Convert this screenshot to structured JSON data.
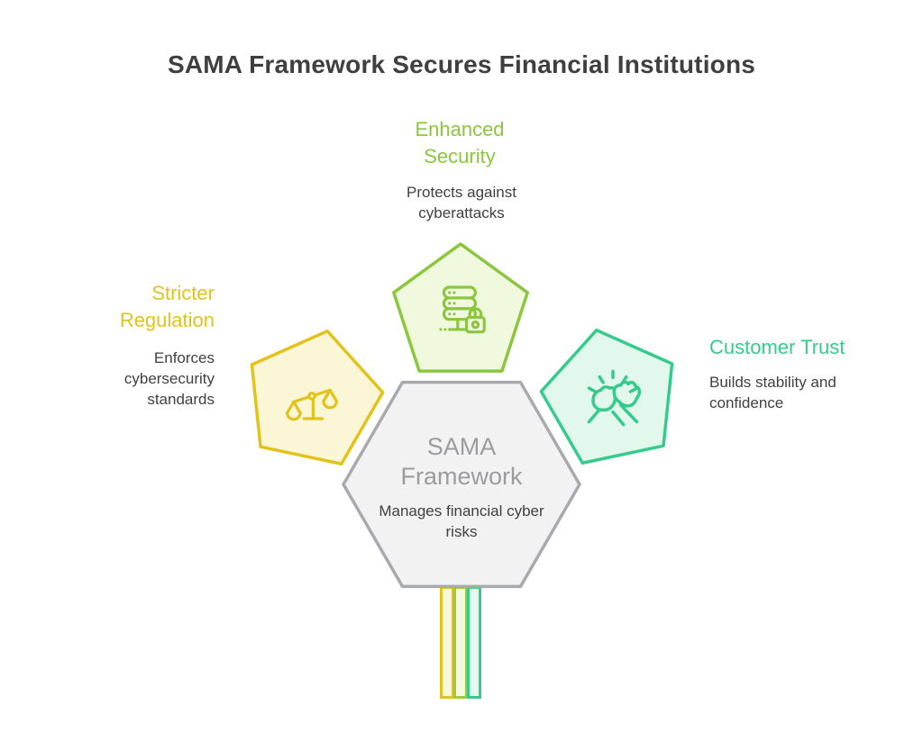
{
  "title": "SAMA Framework Secures Financial Institutions",
  "center": {
    "label": "SAMA Framework",
    "description": "Manages financial cyber risks",
    "border_color": "#A8AAAD",
    "fill_color": "#F2F2F3",
    "label_color": "#9B9C9E"
  },
  "nodes": [
    {
      "id": "enhanced-security",
      "label": "Enhanced Security",
      "description": "Protects against cyberattacks",
      "icon": "server-lock-icon",
      "accent_color": "#8CC63E",
      "fill_color": "#F0F8DE"
    },
    {
      "id": "stricter-regulation",
      "label": "Stricter Regulation",
      "description": "Enforces cybersecurity standards",
      "icon": "scales-icon",
      "accent_color": "#E2C31C",
      "fill_color": "#FAF6D6"
    },
    {
      "id": "customer-trust",
      "label": "Customer Trust",
      "description": "Builds stability and confidence",
      "icon": "fist-bump-icon",
      "accent_color": "#35CB8D",
      "fill_color": "#E3F8ED"
    }
  ],
  "stem_bars": [
    {
      "border": "#E2C31C",
      "fill": "#FBF7D9"
    },
    {
      "border": "#9FC93C",
      "fill": "#F2F9DE"
    },
    {
      "border": "#35CB8D",
      "fill": "#E4F8ED"
    }
  ],
  "text_colors": {
    "title": "#3F3F3F",
    "body": "#414042"
  }
}
